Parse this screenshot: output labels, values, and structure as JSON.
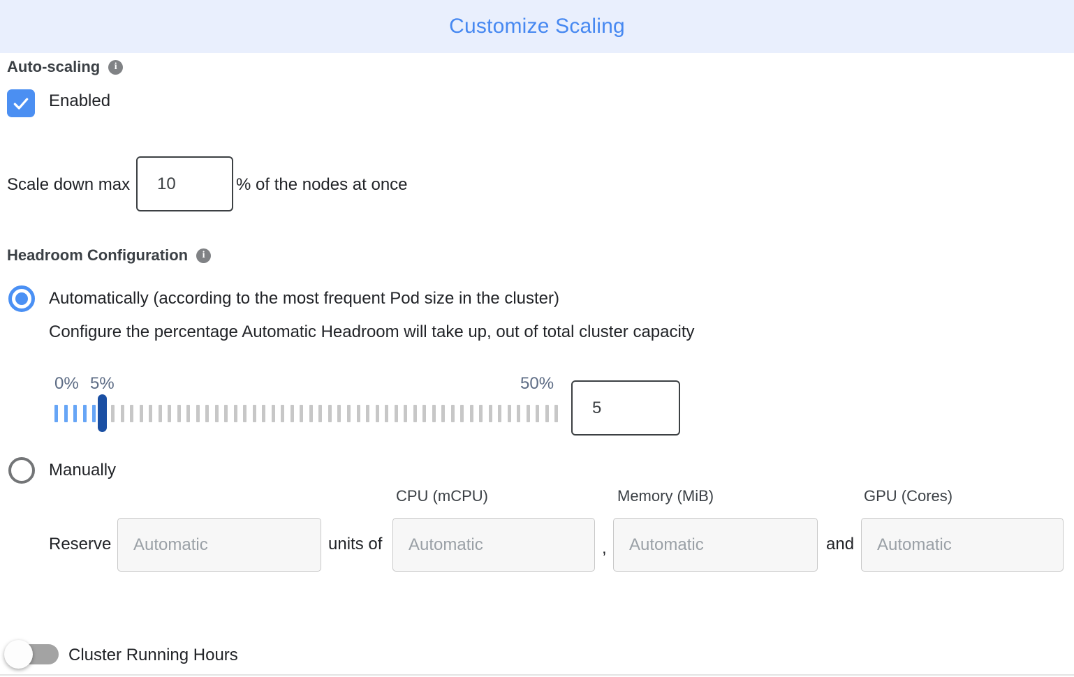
{
  "header": {
    "title": "Customize Scaling"
  },
  "auto_scaling": {
    "label": "Auto-scaling",
    "info_icon": "info-icon",
    "checkbox_checked": true,
    "enabled_label": "Enabled"
  },
  "scale_down": {
    "prefix": "Scale down max",
    "value": "10",
    "suffix": "% of the nodes at once"
  },
  "headroom": {
    "label": "Headroom Configuration",
    "info_icon": "info-icon",
    "auto_option_selected": true,
    "auto_option_label": "Automatically (according to the most frequent Pod size in the cluster)",
    "auto_description": "Configure the percentage Automatic Headroom will take up, out of total cluster capacity",
    "slider": {
      "min_label": "0%",
      "current_label": "5%",
      "max_label": "50%",
      "value": "5",
      "total_ticks": 54,
      "filled_ticks": 5,
      "handle_tick_index": 5
    },
    "manual_option_selected": false,
    "manual_option_label": "Manually"
  },
  "manual_reserve": {
    "reserve_label": "Reserve",
    "units_of_label": "units of",
    "comma_separator": ",",
    "and_separator": "and",
    "count_placeholder": "Automatic",
    "columns": [
      {
        "header": "CPU (mCPU)",
        "placeholder": "Automatic"
      },
      {
        "header": "Memory (MiB)",
        "placeholder": "Automatic"
      },
      {
        "header": "GPU (Cores)",
        "placeholder": "Automatic"
      }
    ]
  },
  "cluster_running_hours": {
    "label": "Cluster Running Hours",
    "toggle_on": false
  },
  "colors": {
    "header_bg": "#e9effd",
    "title_blue": "#4688f1",
    "checkbox_blue": "#4b8ff2",
    "radio_blue": "#4a90f4",
    "tick_filled": "#66a5f6",
    "tick_empty": "#c7c7c7",
    "slider_handle": "#1a4fa3",
    "slider_label": "#5d6c85"
  }
}
